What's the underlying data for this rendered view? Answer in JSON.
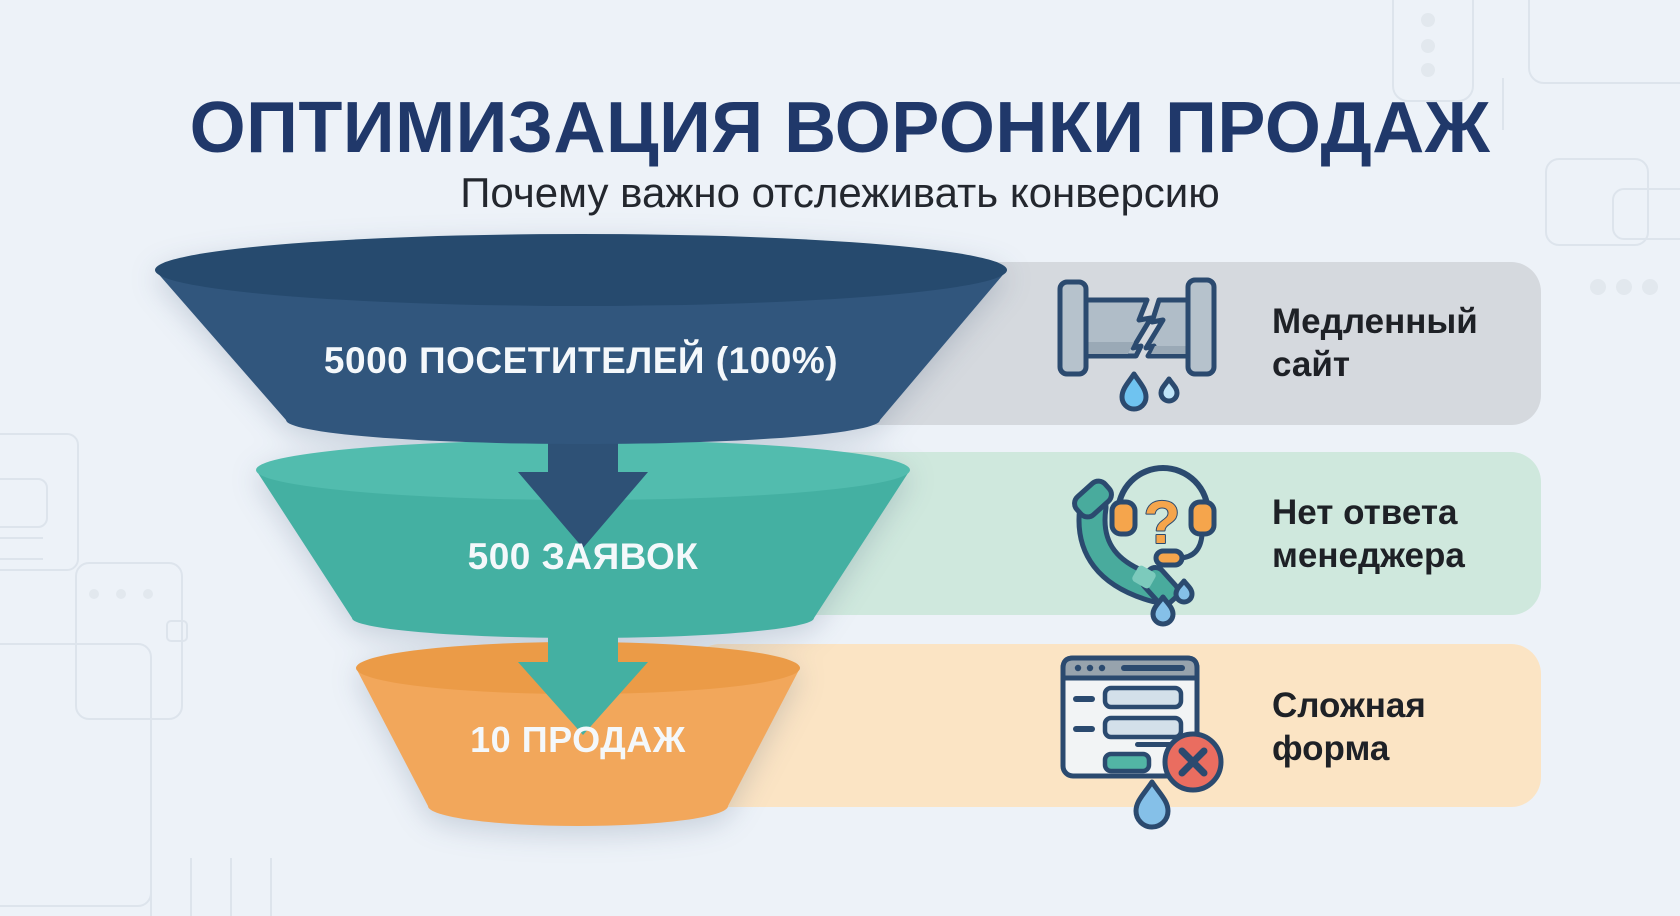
{
  "header": {
    "title": "ОПТИМИЗАЦИЯ ВОРОНКИ ПРОДАЖ",
    "subtitle": "Почему важно отслеживать конверсию"
  },
  "funnel": {
    "type": "funnel",
    "stages": [
      {
        "value": 5000,
        "label": "5000 ПОСЕТИТЕЛЕЙ (100%)",
        "body_color": "#31567d",
        "top_color": "#264a6e"
      },
      {
        "value": 500,
        "label": "500 ЗАЯВОК",
        "body_color": "#44b0a2",
        "top_color": "#52bcae"
      },
      {
        "value": 10,
        "label": "10 ПРОДАЖ",
        "body_color": "#f2a75b",
        "top_color": "#eb9b47"
      }
    ],
    "arrow_colors": [
      "#2e5176",
      "#44b0a2"
    ]
  },
  "issues": [
    {
      "icon": "broken-pipe-icon",
      "line1": "Медленный",
      "line2": "сайт",
      "band_color": "#d5d9de"
    },
    {
      "icon": "phone-no-answer-icon",
      "line1": "Нет ответа",
      "line2": "менеджера",
      "band_color": "#cfe8dd"
    },
    {
      "icon": "complex-form-icon",
      "line1": "Сложная",
      "line2": "форма",
      "band_color": "#fbe4c4"
    }
  ]
}
